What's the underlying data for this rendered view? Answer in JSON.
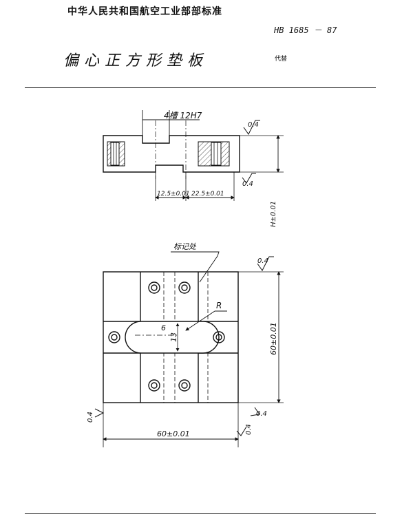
{
  "header": {
    "organization": "中华人民共和国航空工业部部标准",
    "standard_number": "HB 1685 － 87",
    "title": "偏心正方形垫板",
    "replaces": "代替"
  },
  "drawing": {
    "section_view": {
      "slot_note": "4槽 12H7",
      "surface_finish": "0.4",
      "dim_left": "12.5±0.01",
      "dim_right": "22.5±0.01",
      "dim_height": "H±0.01"
    },
    "plan_view": {
      "marking_note": "标记处",
      "surface_finish": "0.4",
      "radius_label": "R",
      "slot_length": "6",
      "slot_width": "13",
      "dim_vertical": "60±0.01",
      "dim_horizontal": "60±0.01"
    }
  }
}
